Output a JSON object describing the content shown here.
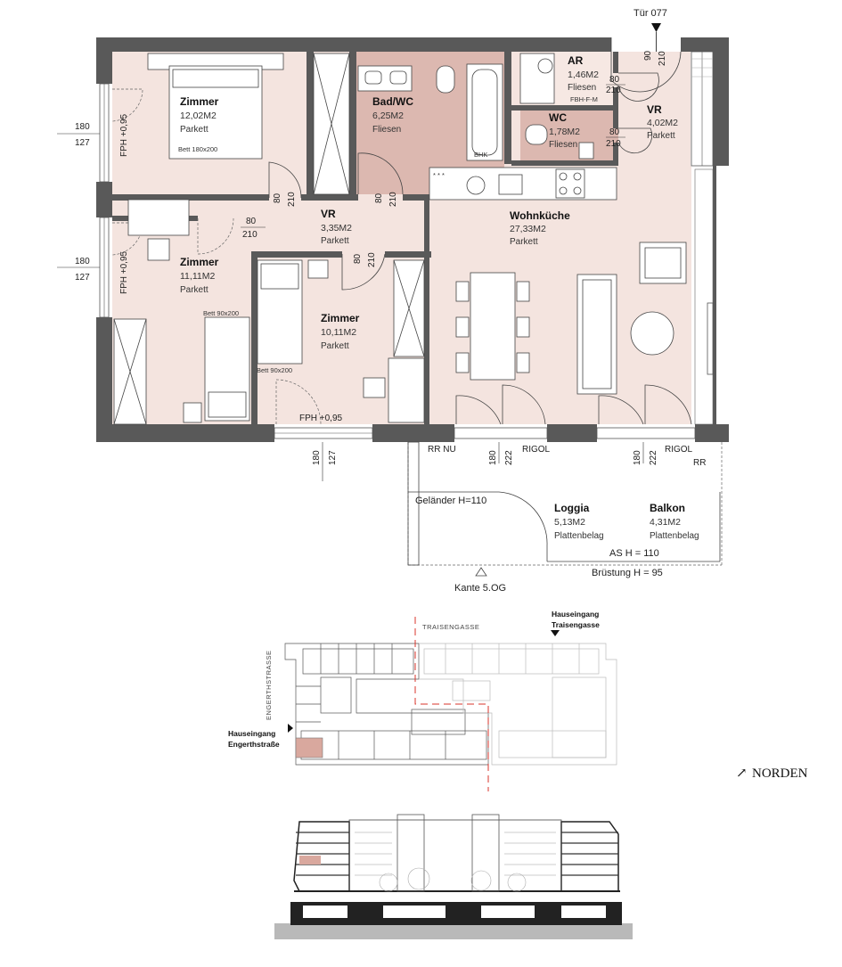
{
  "rooms": {
    "zimmer1": {
      "name": "Zimmer",
      "area": "12,02M2",
      "surface": "Parkett",
      "bed": "Bett 180x200"
    },
    "badwc": {
      "name": "Bad/WC",
      "area": "6,25M2",
      "surface": "Fliesen",
      "fixture": "BHK"
    },
    "ar": {
      "name": "AR",
      "area": "1,46M2",
      "surface": "Fliesen",
      "note": "FBH-F-M"
    },
    "wc": {
      "name": "WC",
      "area": "1,78M2",
      "surface": "Fliesen"
    },
    "vr_entry": {
      "name": "VR",
      "area": "4,02M2",
      "surface": "Parkett"
    },
    "vr_hall": {
      "name": "VR",
      "area": "3,35M2",
      "surface": "Parkett"
    },
    "wohnkueche": {
      "name": "Wohnküche",
      "area": "27,33M2",
      "surface": "Parkett"
    },
    "zimmer2": {
      "name": "Zimmer",
      "area": "11,11M2",
      "surface": "Parkett",
      "bed": "Bett 90x200"
    },
    "zimmer3": {
      "name": "Zimmer",
      "area": "10,11M2",
      "surface": "Parkett",
      "bed": "Bett 90x200"
    },
    "loggia": {
      "name": "Loggia",
      "area": "5,13M2",
      "surface": "Plattenbelag"
    },
    "balkon": {
      "name": "Balkon",
      "area": "4,31M2",
      "surface": "Plattenbelag"
    }
  },
  "labels": {
    "door_number": "Tür 077",
    "fph1": "FPH +0,95",
    "fph2": "FPH +0,95",
    "fph3": "FPH +0,95",
    "gelaender": "Geländer H=110",
    "as_h": "AS H = 110",
    "bruestung": "Brüstung H = 95",
    "kante": "Kante 5.OG",
    "rr_nu": "RR NU",
    "rigol1": "RIGOL",
    "rigol2": "RIGOL",
    "rr": "RR",
    "fbh": "FBH-F-M"
  },
  "dims": {
    "w1": "180",
    "w1b": "127",
    "w2": "180",
    "w2b": "127",
    "w3": "180",
    "w3b": "127",
    "w4": "180",
    "w4b": "222",
    "w5": "180",
    "w5b": "222",
    "d_zimmer1_a": "80",
    "d_zimmer1_b": "210",
    "d_bad_a": "80",
    "d_bad_b": "210",
    "d_zimmer2_a": "80",
    "d_zimmer2_b": "210",
    "d_zimmer3_a": "80",
    "d_zimmer3_b": "210",
    "d_ar_a": "80",
    "d_ar_b": "210",
    "d_wc_a": "80",
    "d_wc_b": "210",
    "d_entry_a": "90",
    "d_entry_b": "210"
  },
  "site": {
    "street_top": "TRAISENGASSE",
    "street_left": "ENGERTHSTRASSE",
    "entrance_top_1": "Hauseingang",
    "entrance_top_2": "Traisengasse",
    "entrance_left_1": "Hauseingang",
    "entrance_left_2": "Engerthstraße",
    "north": "NORDEN",
    "north_arrow": "↗"
  },
  "colors": {
    "room": "#f4e4df",
    "bath": "#dcb8b0",
    "wall": "#595959",
    "highlight": "#d9a89e",
    "section_line": "#d9342b"
  }
}
